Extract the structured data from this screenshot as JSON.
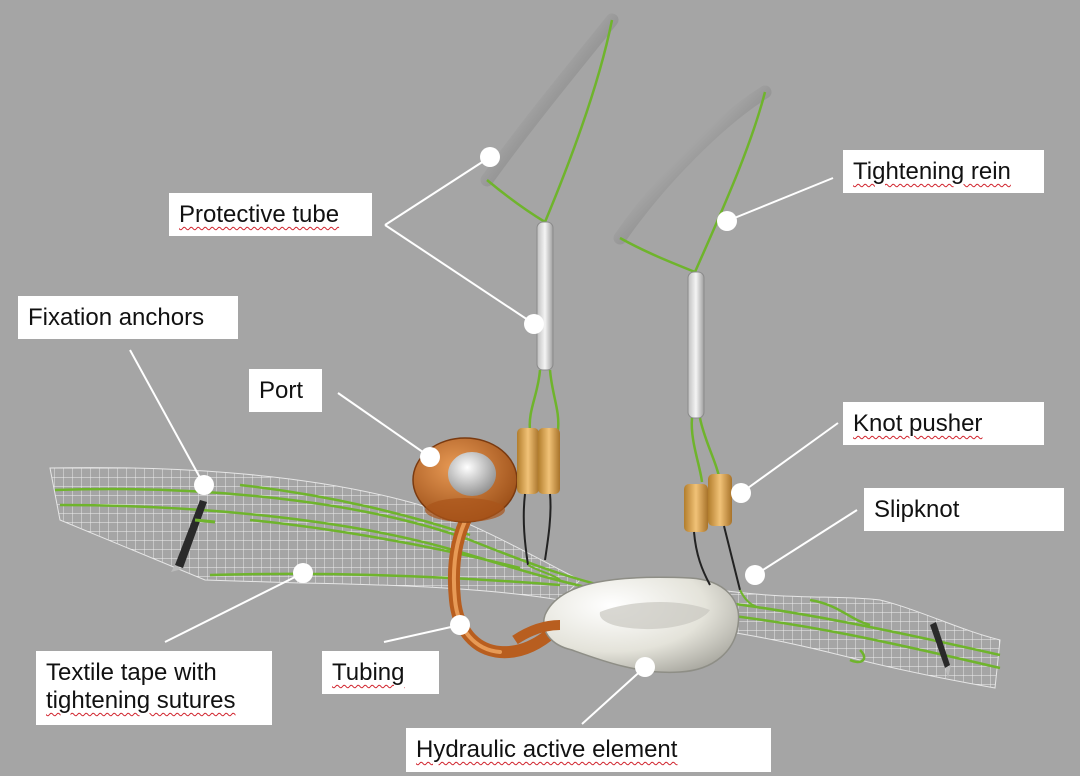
{
  "colors": {
    "background": "#a5a5a5",
    "suture_green": "#6fb42c",
    "port_orange": "#c8712c",
    "knot_pusher_gold": "#d9a552",
    "mesh_white": "#e8e8e8",
    "callout_white": "#ffffff"
  },
  "labels": {
    "protective_tube": "Protective tube",
    "tightening_rein": "Tightening rein",
    "fixation_anchors": "Fixation anchors",
    "port": "Port",
    "knot_pusher": "Knot pusher",
    "slipknot": "Slipknot",
    "textile_tape_line1": "Textile tape with",
    "textile_tape_line2": "tightening sutures",
    "tubing": "Tubing",
    "hydraulic_active_element": "Hydraulic active element"
  }
}
